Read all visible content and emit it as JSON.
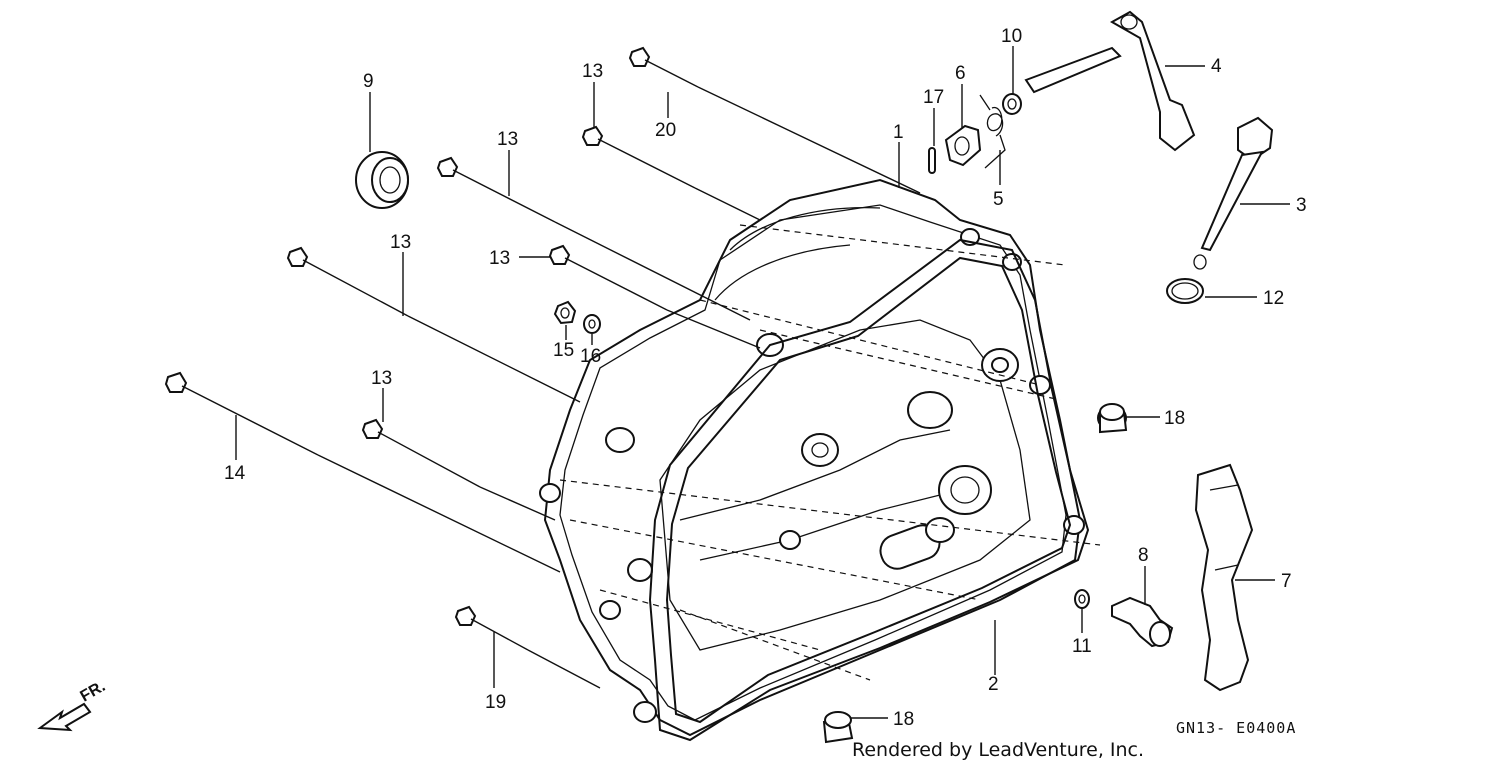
{
  "diagram": {
    "part_labels": [
      "1",
      "2",
      "3",
      "4",
      "5",
      "6",
      "7",
      "8",
      "9",
      "10",
      "11",
      "12",
      "13",
      "14",
      "15",
      "16",
      "17",
      "18",
      "19",
      "20"
    ],
    "diagram_code": "GN13- E0400A",
    "credit": "Rendered by LeadVenture, Inc.",
    "direction_label": "FR."
  }
}
